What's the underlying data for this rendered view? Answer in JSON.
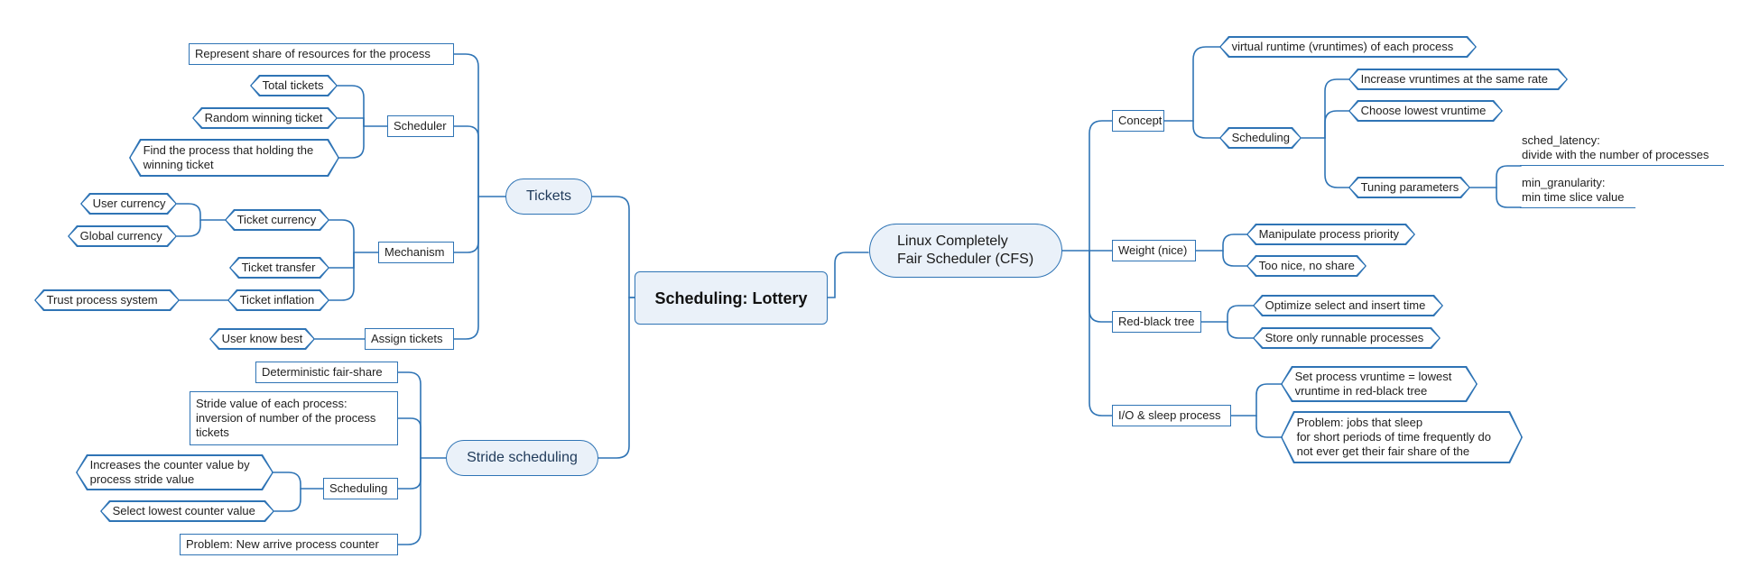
{
  "colors": {
    "line": "#2f74b5",
    "fill": "#eaf1f9"
  },
  "root": "Scheduling: Lottery",
  "tickets": {
    "title": "Tickets",
    "represent": "Represent share of resources for the process",
    "scheduler": {
      "label": "Scheduler",
      "total": "Total tickets",
      "random": "Random winning ticket",
      "find": "Find the process that holding the\nwinning ticket"
    },
    "mechanism": {
      "label": "Mechanism",
      "currency": "Ticket currency",
      "user_currency": "User currency",
      "global_currency": "Global currency",
      "transfer": "Ticket transfer",
      "inflation": "Ticket inflation",
      "trust": "Trust process system"
    },
    "assign": {
      "label": "Assign tickets",
      "user_know": "User know best"
    }
  },
  "stride": {
    "title": "Stride scheduling",
    "deterministic": "Deterministic fair-share",
    "stride_value": "Stride value of each process:\ninversion of number of the process\ntickets",
    "scheduling": {
      "label": "Scheduling",
      "increase": "Increases the counter value by\nprocess stride value",
      "select": "Select lowest counter value"
    },
    "problem": "Problem: New arrive process counter"
  },
  "cfs": {
    "title": "Linux Completely\nFair Scheduler (CFS)",
    "concept": {
      "label": "Concept",
      "vruntime": "virtual runtime (vruntimes) of each process",
      "scheduling": {
        "label": "Scheduling",
        "increase": "Increase vruntimes at the same rate",
        "choose": "Choose lowest vruntime",
        "tuning": {
          "label": "Tuning parameters",
          "latency": "sched_latency:\ndivide with the number of processes",
          "granularity": "min_granularity:\nmin time slice value"
        }
      }
    },
    "weight": {
      "label": "Weight (nice)",
      "manipulate": "Manipulate process priority",
      "too_nice": "Too nice, no share"
    },
    "rbtree": {
      "label": "Red-black tree",
      "optimize": "Optimize select and insert time",
      "store": "Store only runnable processes"
    },
    "io": {
      "label": "I/O & sleep process",
      "set": "Set process vruntime = lowest\nvruntime in red-black tree",
      "problem": "Problem: jobs that sleep\nfor short periods of time frequently do\nnot ever get their fair share of the"
    }
  }
}
